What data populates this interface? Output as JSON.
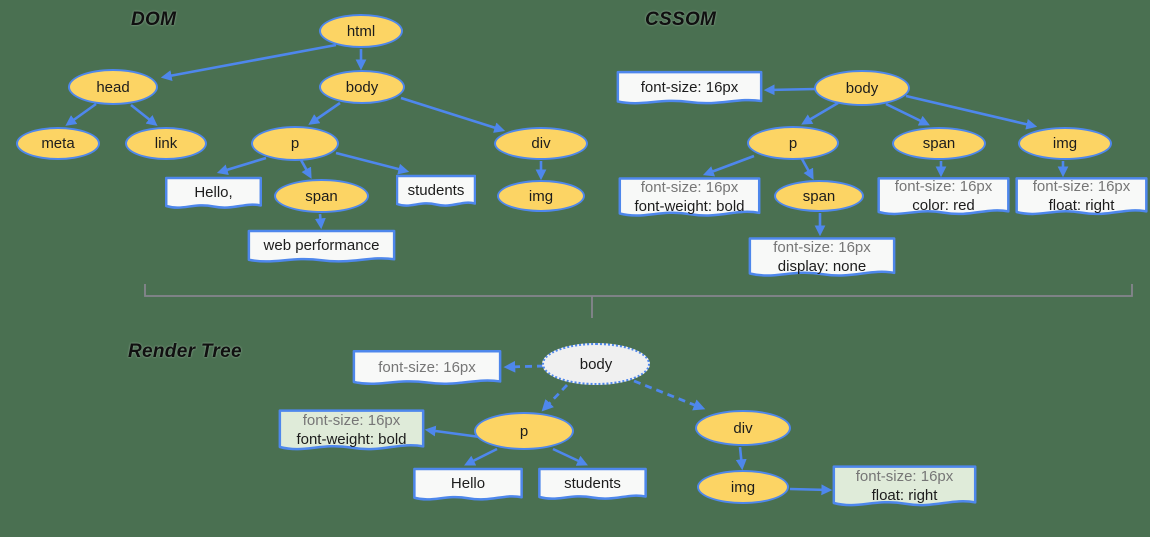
{
  "colors": {
    "background": "#4A7051",
    "node_fill": "#FCD464",
    "node_border": "#4E87EC",
    "arrow_blue": "#4E87EC",
    "box_fill_white": "#F8F9F8",
    "box_fill_green": "#DFEBD9",
    "render_body_fill": "#F0F0F0",
    "gray_text": "#767676",
    "black_text": "#1C1C1C",
    "bracket_gray": "#85858D"
  },
  "dom": {
    "title": "DOM",
    "nodes": {
      "html": "html",
      "head": "head",
      "body": "body",
      "meta": "meta",
      "link": "link",
      "p": "p",
      "div": "div",
      "span": "span",
      "img": "img"
    },
    "texts": {
      "hello": "Hello,",
      "students": "students",
      "web_performance": "web performance"
    }
  },
  "cssom": {
    "title": "CSSOM",
    "nodes": {
      "body": "body",
      "p": "p",
      "span": "span",
      "img": "img",
      "span_inner": "span"
    },
    "rules": {
      "body": [
        "font-size: 16px"
      ],
      "p": [
        "font-size: 16px",
        "font-weight: bold"
      ],
      "span": [
        "font-size: 16px",
        "color: red"
      ],
      "img": [
        "font-size: 16px",
        "float: right"
      ],
      "span_inner": [
        "font-size: 16px",
        "display: none"
      ]
    }
  },
  "render": {
    "title": "Render Tree",
    "nodes": {
      "body": "body",
      "p": "p",
      "div": "div",
      "img": "img"
    },
    "texts": {
      "hello": "Hello",
      "students": "students"
    },
    "rules": {
      "body": [
        "font-size: 16px"
      ],
      "p": [
        "font-size: 16px",
        "font-weight: bold"
      ],
      "img": [
        "font-size: 16px",
        "float: right"
      ]
    }
  }
}
